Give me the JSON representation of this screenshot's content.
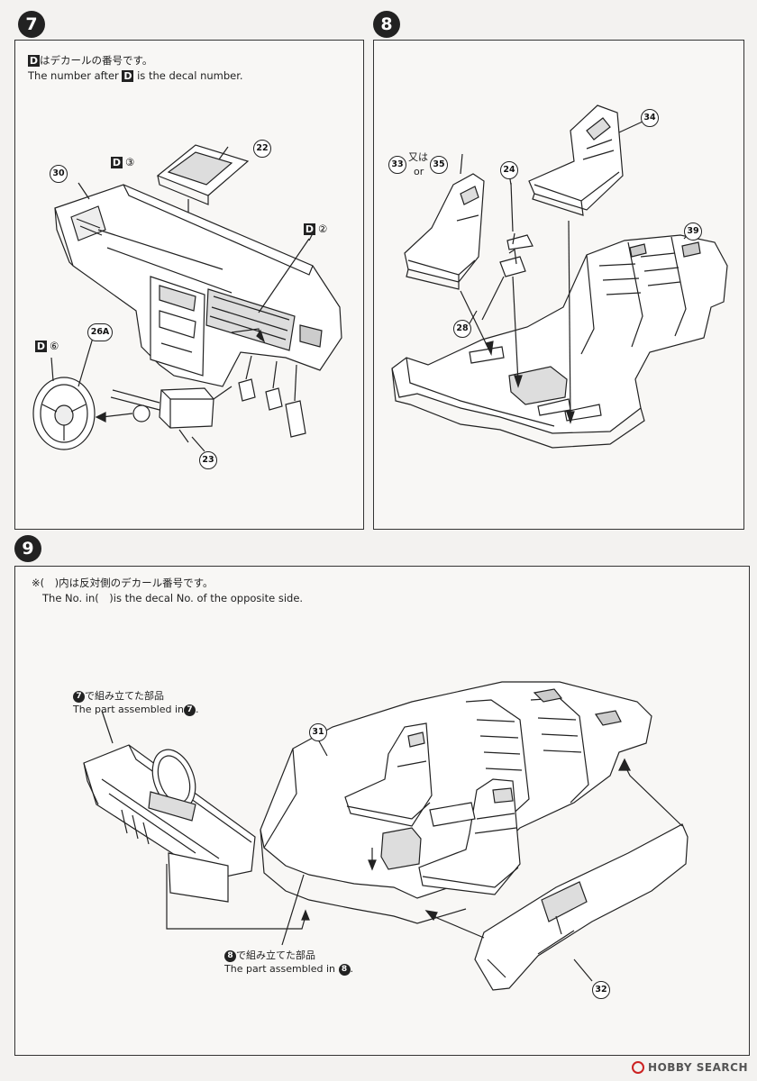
{
  "step7": {
    "number": "7",
    "note_jp_suffix": "はデカールの番号です。",
    "note_en_prefix": "The number after",
    "note_en_suffix": "is the decal number.",
    "d_letter": "D",
    "callouts": {
      "p22": "22",
      "p30": "30",
      "p26a": "26A",
      "p23": "23"
    },
    "decals": {
      "d3": "③",
      "d2": "②",
      "d6": "⑥"
    }
  },
  "step8": {
    "number": "8",
    "callouts": {
      "p33": "33",
      "p35": "35",
      "p24": "24",
      "p34": "34",
      "p39": "39",
      "p28": "28"
    },
    "alt_jp": "又は",
    "alt_en": "or"
  },
  "step9": {
    "number": "9",
    "note_jp": "※(　)内は反対側のデカール番号です。",
    "note_en": "The No. in(　)is the decal No. of the opposite side.",
    "callouts": {
      "p31": "31",
      "p32": "32"
    },
    "ref7": {
      "num": "7",
      "jp": "で組み立てた部品",
      "en_prefix": "The part assembled in",
      "en_suffix": "."
    },
    "ref8": {
      "num": "8",
      "jp": "で組み立てた部品",
      "en_prefix": "The part assembled in",
      "en_suffix": "."
    }
  },
  "watermark": "HOBBY SEARCH"
}
